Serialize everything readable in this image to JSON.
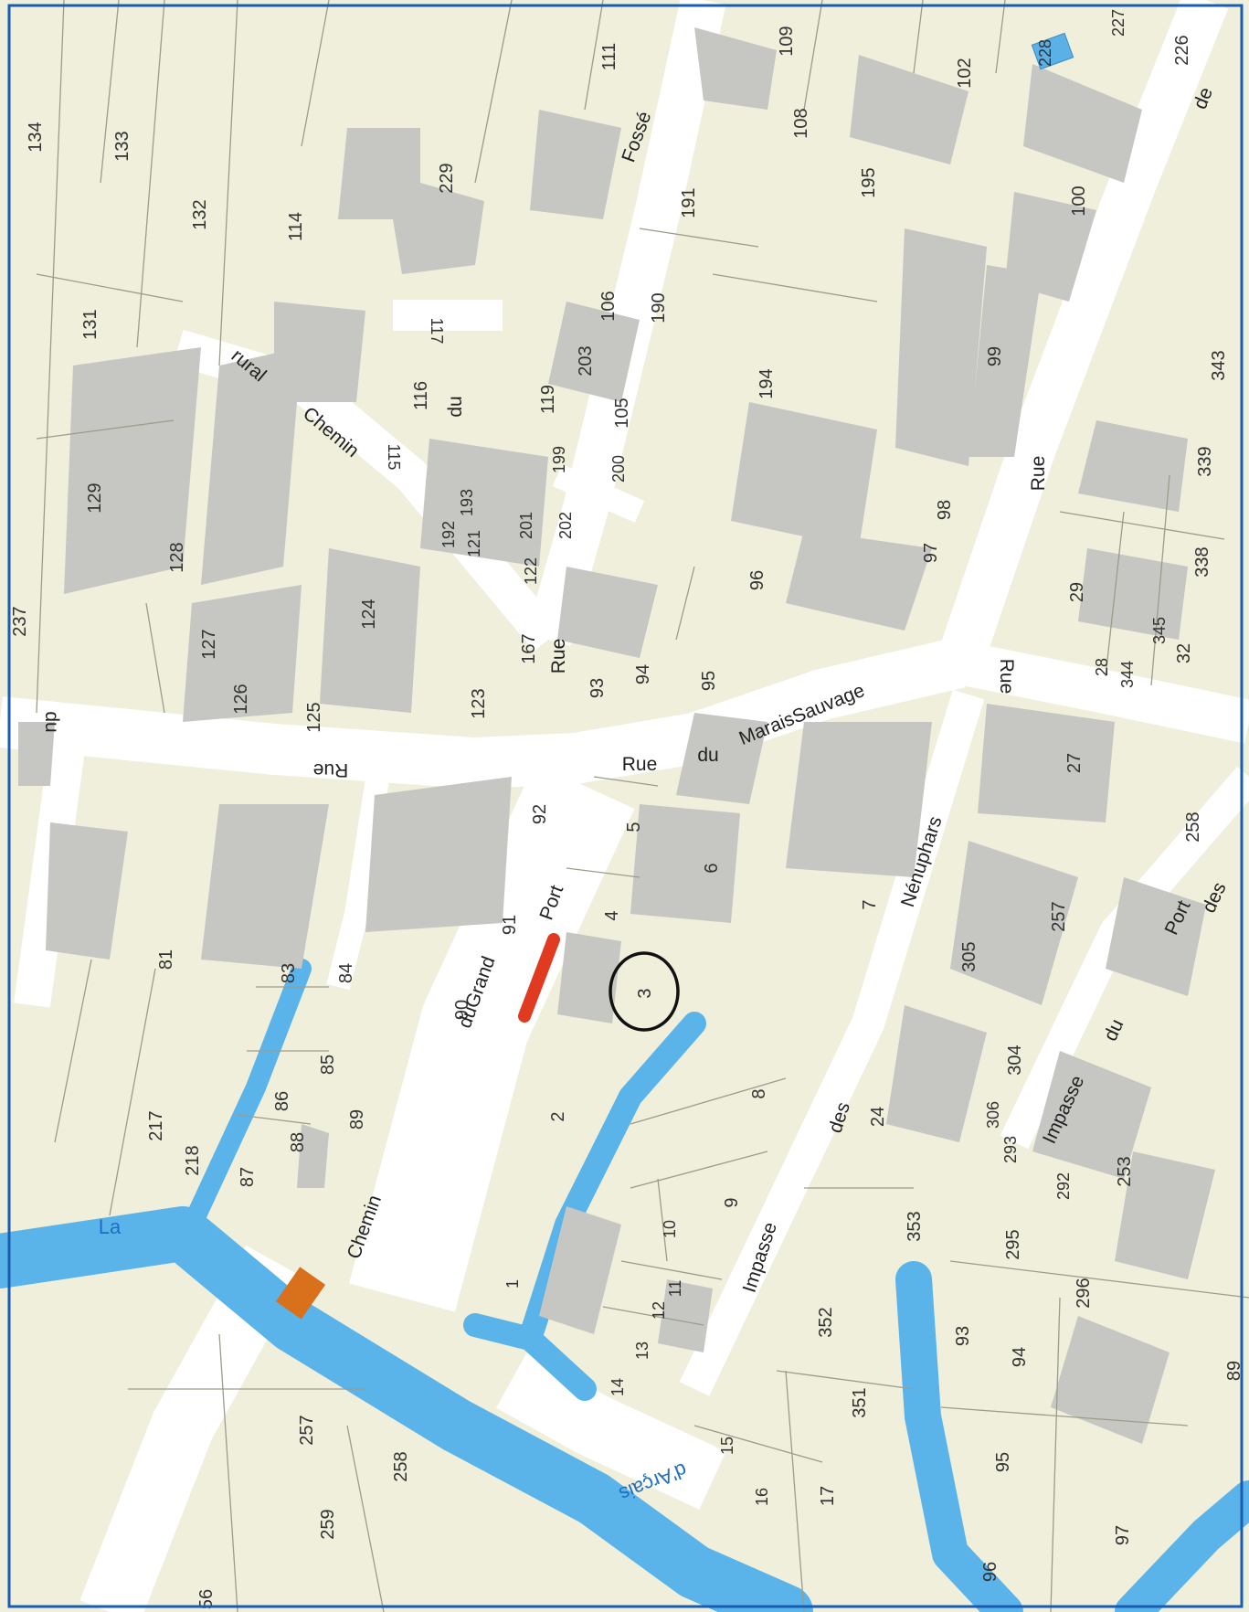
{
  "colors": {
    "land": "#efefdc",
    "road": "#ffffff",
    "water": "#5ab4ea",
    "building": "#c6c6c2",
    "parcel_line": "#9c9c8c",
    "frame": "#1a5cb0",
    "red_mark": "#e03a20",
    "orange_mark": "#d9701c",
    "blue_mark": "#5bb0e6",
    "circle": "#111111",
    "water_label": "#1f6fc0"
  },
  "map": {
    "parcels": [
      {
        "id": "p134",
        "label": "134",
        "rot": -90
      },
      {
        "id": "p133",
        "label": "133",
        "rot": -90
      },
      {
        "id": "p132",
        "label": "132",
        "rot": -90
      },
      {
        "id": "p131",
        "label": "131",
        "rot": -90
      },
      {
        "id": "p129",
        "label": "129",
        "rot": -90
      },
      {
        "id": "p128",
        "label": "128",
        "rot": -90
      },
      {
        "id": "p127",
        "label": "127",
        "rot": -90
      },
      {
        "id": "p126",
        "label": "126",
        "rot": -90
      },
      {
        "id": "p125",
        "label": "125",
        "rot": -90
      },
      {
        "id": "p123",
        "label": "123",
        "rot": -90
      },
      {
        "id": "p124",
        "label": "124",
        "rot": -90
      },
      {
        "id": "p167",
        "label": "167",
        "rot": -90
      },
      {
        "id": "p114",
        "label": "114",
        "rot": -90
      },
      {
        "id": "p229",
        "label": "229",
        "rot": -90
      },
      {
        "id": "p111",
        "label": "111",
        "rot": -90
      },
      {
        "id": "p109",
        "label": "109",
        "rot": -90
      },
      {
        "id": "p108",
        "label": "108",
        "rot": -90
      },
      {
        "id": "p102",
        "label": "102",
        "rot": -90
      },
      {
        "id": "p228",
        "label": "228",
        "rot": -90
      },
      {
        "id": "p227",
        "label": "227",
        "rot": -90
      },
      {
        "id": "p226",
        "label": "226",
        "rot": -90
      },
      {
        "id": "p191",
        "label": "191",
        "rot": -90
      },
      {
        "id": "p195",
        "label": "195",
        "rot": -90
      },
      {
        "id": "p100",
        "label": "100",
        "rot": -90
      },
      {
        "id": "p190",
        "label": "190",
        "rot": -90
      },
      {
        "id": "p106",
        "label": "106",
        "rot": -90
      },
      {
        "id": "p117",
        "label": "117",
        "rot": 90
      },
      {
        "id": "p116",
        "label": "116",
        "rot": -90
      },
      {
        "id": "p115",
        "label": "115",
        "rot": 90
      },
      {
        "id": "p119",
        "label": "119",
        "rot": -90
      },
      {
        "id": "p203",
        "label": "203",
        "rot": -90
      },
      {
        "id": "p105",
        "label": "105",
        "rot": -90
      },
      {
        "id": "p194",
        "label": "194",
        "rot": -90
      },
      {
        "id": "p99",
        "label": "99",
        "rot": -90
      },
      {
        "id": "p343",
        "label": "343",
        "rot": -90
      },
      {
        "id": "p339",
        "label": "339",
        "rot": -90
      },
      {
        "id": "p199",
        "label": "199",
        "rot": -90
      },
      {
        "id": "p200",
        "label": "200",
        "rot": -90
      },
      {
        "id": "p193",
        "label": "193",
        "rot": -90
      },
      {
        "id": "p192",
        "label": "192",
        "rot": -90
      },
      {
        "id": "p121",
        "label": "121",
        "rot": -90
      },
      {
        "id": "p201",
        "label": "201",
        "rot": -90
      },
      {
        "id": "p202",
        "label": "202",
        "rot": -90
      },
      {
        "id": "p122",
        "label": "122",
        "rot": -90
      },
      {
        "id": "p98",
        "label": "98",
        "rot": -90
      },
      {
        "id": "p97",
        "label": "97",
        "rot": -90
      },
      {
        "id": "p96",
        "label": "96",
        "rot": -90
      },
      {
        "id": "p95",
        "label": "95",
        "rot": -90
      },
      {
        "id": "p93",
        "label": "93",
        "rot": -90
      },
      {
        "id": "p94",
        "label": "94",
        "rot": -90
      },
      {
        "id": "p29",
        "label": "29",
        "rot": -90
      },
      {
        "id": "p28",
        "label": "28",
        "rot": -90
      },
      {
        "id": "p344",
        "label": "344",
        "rot": -90
      },
      {
        "id": "p345",
        "label": "345",
        "rot": -90
      },
      {
        "id": "p338",
        "label": "338",
        "rot": -90
      },
      {
        "id": "p32",
        "label": "32",
        "rot": -90
      },
      {
        "id": "p257top",
        "label": "257",
        "rot": -90
      },
      {
        "id": "p27",
        "label": "27",
        "rot": -90
      },
      {
        "id": "p258",
        "label": "258",
        "rot": -90
      },
      {
        "id": "p92",
        "label": "92",
        "rot": -90
      },
      {
        "id": "p5",
        "label": "5",
        "rot": -90
      },
      {
        "id": "p6",
        "label": "6",
        "rot": -90
      },
      {
        "id": "p4",
        "label": "4",
        "rot": -90
      },
      {
        "id": "p91",
        "label": "91",
        "rot": -90
      },
      {
        "id": "p3",
        "label": "3",
        "rot": -90
      },
      {
        "id": "p7",
        "label": "7",
        "rot": -90
      },
      {
        "id": "p305",
        "label": "305",
        "rot": -90
      },
      {
        "id": "p81",
        "label": "81",
        "rot": -90
      },
      {
        "id": "p83",
        "label": "83",
        "rot": -90
      },
      {
        "id": "p84",
        "label": "84",
        "rot": -90
      },
      {
        "id": "p90",
        "label": "90",
        "rot": -90
      },
      {
        "id": "p85",
        "label": "85",
        "rot": -90
      },
      {
        "id": "p86",
        "label": "86",
        "rot": -90
      },
      {
        "id": "p88",
        "label": "88",
        "rot": -90
      },
      {
        "id": "p87",
        "label": "87",
        "rot": -90
      },
      {
        "id": "p89",
        "label": "89",
        "rot": -90
      },
      {
        "id": "p217",
        "label": "217",
        "rot": -90
      },
      {
        "id": "p218",
        "label": "218",
        "rot": -90
      },
      {
        "id": "p2",
        "label": "2",
        "rot": -90
      },
      {
        "id": "p8",
        "label": "8",
        "rot": -90
      },
      {
        "id": "p24",
        "label": "24",
        "rot": -90
      },
      {
        "id": "p304",
        "label": "304",
        "rot": -90
      },
      {
        "id": "p306",
        "label": "306",
        "rot": -90
      },
      {
        "id": "p293",
        "label": "293",
        "rot": -90
      },
      {
        "id": "p292",
        "label": "292",
        "rot": -90
      },
      {
        "id": "p253",
        "label": "253",
        "rot": -90
      },
      {
        "id": "p9",
        "label": "9",
        "rot": -90
      },
      {
        "id": "p10",
        "label": "10",
        "rot": -90
      },
      {
        "id": "p11",
        "label": "11",
        "rot": -90
      },
      {
        "id": "p12",
        "label": "12",
        "rot": -90
      },
      {
        "id": "p13",
        "label": "13",
        "rot": -90
      },
      {
        "id": "p14",
        "label": "14",
        "rot": -90
      },
      {
        "id": "p1",
        "label": "1",
        "rot": -90
      },
      {
        "id": "p353",
        "label": "353",
        "rot": -90
      },
      {
        "id": "p295",
        "label": "295",
        "rot": -90
      },
      {
        "id": "p296",
        "label": "296",
        "rot": -90
      },
      {
        "id": "p352",
        "label": "352",
        "rot": -90
      },
      {
        "id": "p93b",
        "label": "93",
        "rot": -90
      },
      {
        "id": "p94b",
        "label": "94",
        "rot": -90
      },
      {
        "id": "p89b",
        "label": "89",
        "rot": -90
      },
      {
        "id": "p351",
        "label": "351",
        "rot": -90
      },
      {
        "id": "p15",
        "label": "15",
        "rot": -90
      },
      {
        "id": "p16",
        "label": "16",
        "rot": -90
      },
      {
        "id": "p17",
        "label": "17",
        "rot": -90
      },
      {
        "id": "p95b",
        "label": "95",
        "rot": -90
      },
      {
        "id": "p96b",
        "label": "96",
        "rot": -90
      },
      {
        "id": "p97b",
        "label": "97",
        "rot": -90
      },
      {
        "id": "p257",
        "label": "257",
        "rot": -90
      },
      {
        "id": "p258b",
        "label": "258",
        "rot": -90
      },
      {
        "id": "p259",
        "label": "259",
        "rot": -90
      },
      {
        "id": "p56",
        "label": "56",
        "rot": -90
      },
      {
        "id": "p237",
        "label": "237",
        "rot": -90
      }
    ],
    "streets": [
      {
        "id": "s-du-left",
        "label": "du",
        "rot": 90
      },
      {
        "id": "s-rue-left",
        "label": "Rue",
        "rot": 180
      },
      {
        "id": "s-rue-center",
        "label": "Rue",
        "rot": -90
      },
      {
        "id": "s-rue-marais",
        "label": "Rue",
        "rot": 0
      },
      {
        "id": "s-du-marais",
        "label": "du",
        "rot": 0
      },
      {
        "id": "s-marais-sauvage",
        "label": "MaraisSauvage",
        "rot": -22
      },
      {
        "id": "s-rue-right",
        "label": "Rue",
        "rot": -90
      },
      {
        "id": "s-de",
        "label": "de",
        "rot": -68
      },
      {
        "id": "s-fosse",
        "label": "Fossé",
        "rot": -70
      },
      {
        "id": "s-du-fosse",
        "label": "du",
        "rot": -90
      },
      {
        "id": "s-chemin-rural",
        "label": "Chemin",
        "rot": 40
      },
      {
        "id": "s-rural",
        "label": "rural",
        "rot": 40
      },
      {
        "id": "s-rue-nenuphars",
        "label": "Rue",
        "rot": 90
      },
      {
        "id": "s-nenuphars",
        "label": "Nénuphars",
        "rot": -72
      },
      {
        "id": "s-des-nenuphars",
        "label": "des",
        "rot": -72
      },
      {
        "id": "s-impasse-nenuphars",
        "label": "Impasse",
        "rot": -72
      },
      {
        "id": "s-port",
        "label": "Port",
        "rot": -70
      },
      {
        "id": "s-dugrand",
        "label": "duGrand",
        "rot": -70
      },
      {
        "id": "s-chemin-grandport",
        "label": "Chemin",
        "rot": -70
      },
      {
        "id": "s-port-des",
        "label": "Port",
        "rot": -65
      },
      {
        "id": "s-des-port",
        "label": "des",
        "rot": -65
      },
      {
        "id": "s-du-impasse",
        "label": "du",
        "rot": -65
      },
      {
        "id": "s-impasse-port",
        "label": "Impasse",
        "rot": -65
      }
    ],
    "water_labels": [
      {
        "id": "w-la",
        "label": "La",
        "rot": 0
      },
      {
        "id": "w-darcais",
        "label": "d'Arçais",
        "rot": 158
      }
    ]
  }
}
